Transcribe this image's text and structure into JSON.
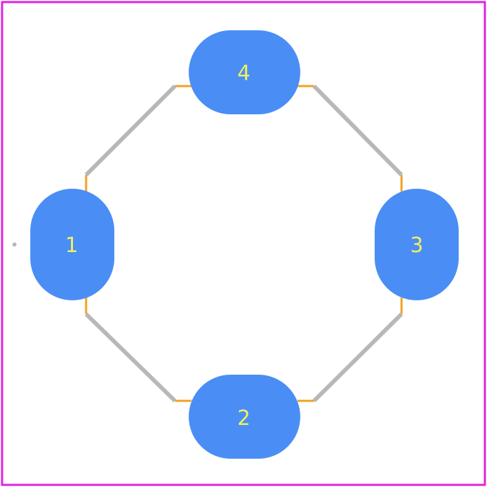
{
  "colors": {
    "background": "#ffffff",
    "board_outline": "#e020e0",
    "pad": "#4a8ef5",
    "pad_label": "#f0f060",
    "silkscreen": "#b8b8b8",
    "courtyard": "#f0a020"
  },
  "pads": [
    {
      "id": "pad-1",
      "label": "1"
    },
    {
      "id": "pad-2",
      "label": "2"
    },
    {
      "id": "pad-3",
      "label": "3"
    },
    {
      "id": "pad-4",
      "label": "4"
    }
  ]
}
